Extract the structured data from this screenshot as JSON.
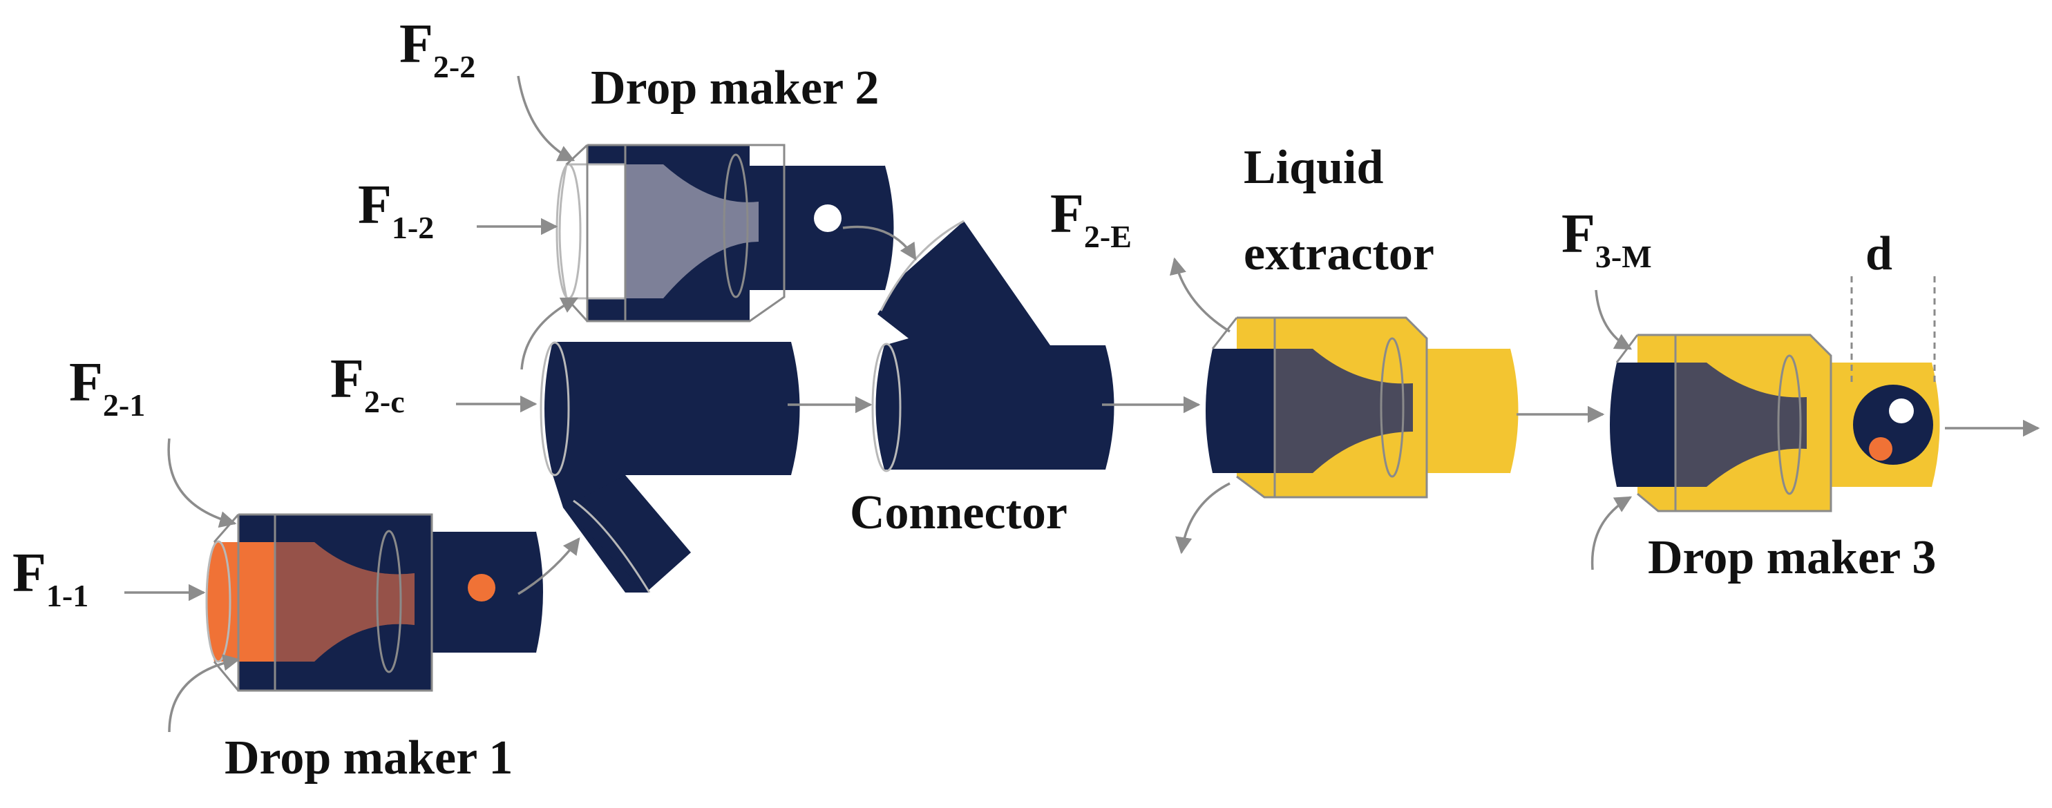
{
  "labels": {
    "drop_maker_1": "Drop maker 1",
    "drop_maker_2": "Drop maker 2",
    "drop_maker_3": "Drop maker 3",
    "connector": "Connector",
    "liquid_extractor_line1": "Liquid",
    "liquid_extractor_line2": "extractor",
    "dimension": "d"
  },
  "flows": {
    "f_1_1": {
      "main": "F",
      "sub": "1-1"
    },
    "f_2_1": {
      "main": "F",
      "sub": "2-1"
    },
    "f_1_2": {
      "main": "F",
      "sub": "1-2"
    },
    "f_2_2": {
      "main": "F",
      "sub": "2-2"
    },
    "f_2_c": {
      "main": "F",
      "sub": "2-c"
    },
    "f_2_e": {
      "main": "F",
      "sub": "2-E"
    },
    "f_3_m": {
      "main": "F",
      "sub": "3-M"
    }
  },
  "colors": {
    "navy": "#14224b",
    "yellow": "#f3c531",
    "orange": "#f07236",
    "taper_gray": "#7d8098",
    "arrow_gray": "#8c8c8c"
  }
}
